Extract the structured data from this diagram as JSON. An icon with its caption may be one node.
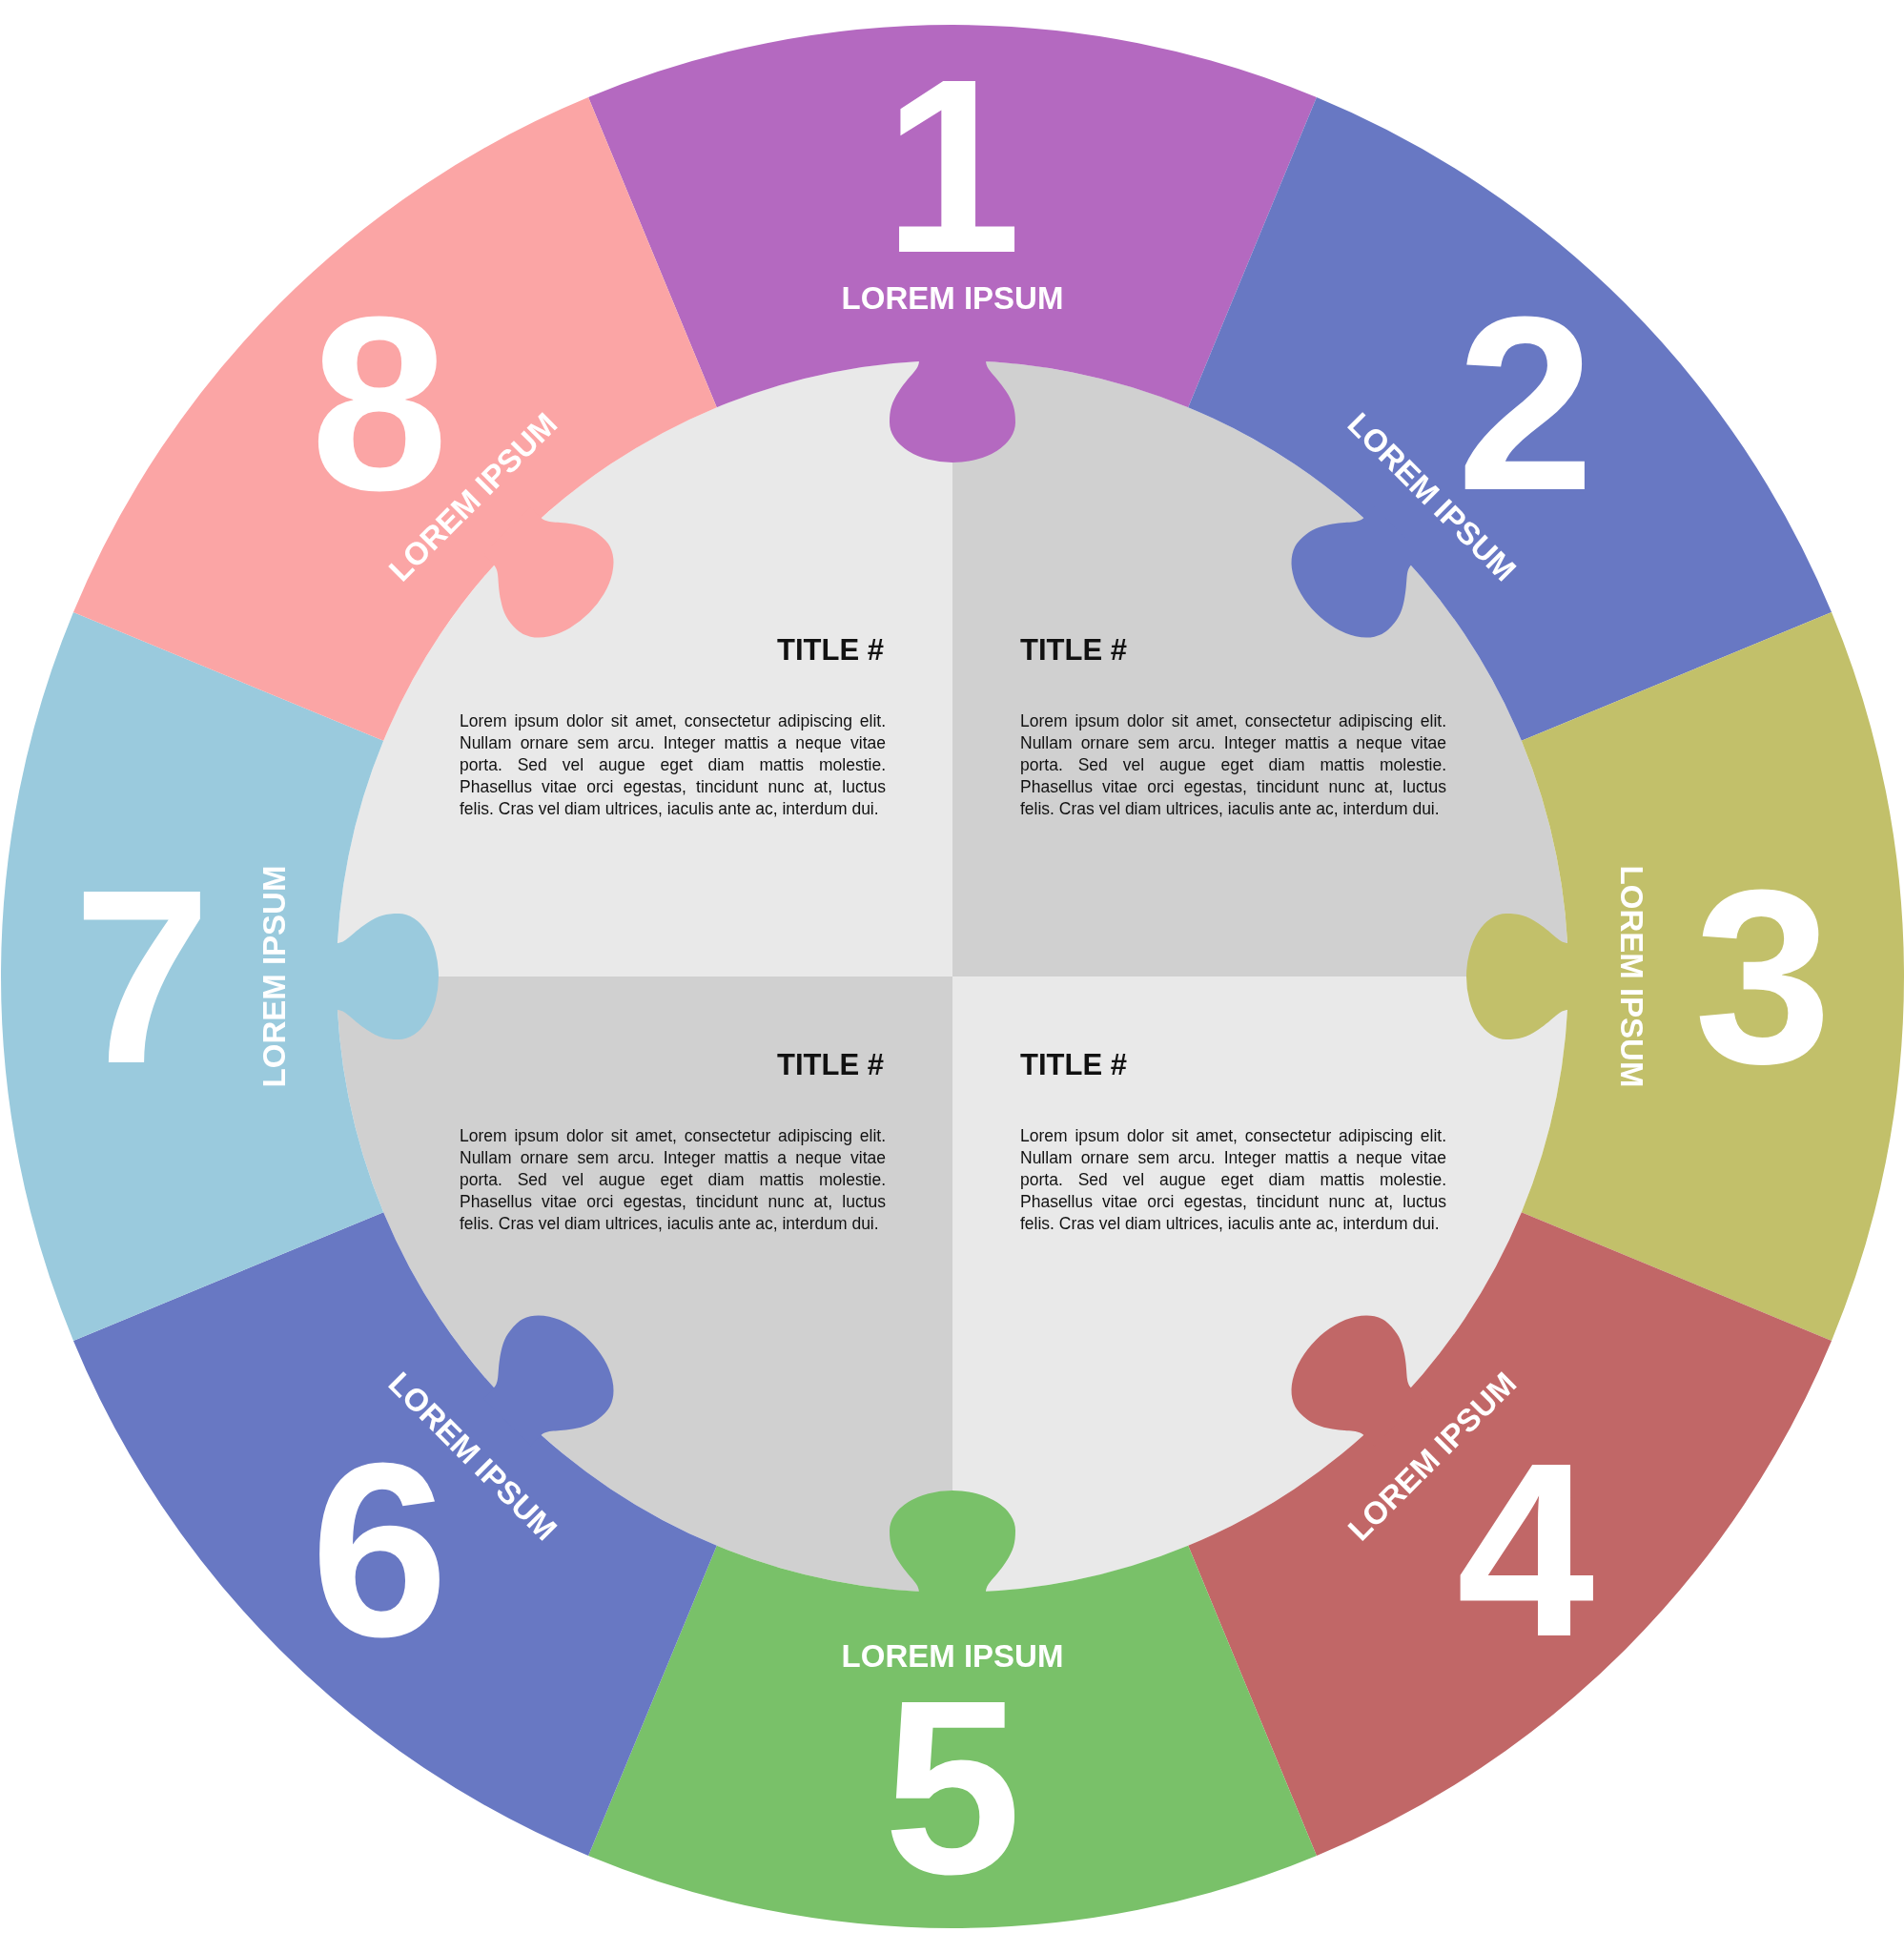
{
  "diagram": {
    "nodes": [
      {
        "text": [
          "1",
          "LOREM IPSUM"
        ]
      },
      {
        "text": [
          "2",
          "LOREM IPSUM"
        ]
      },
      {
        "text": [
          "3",
          "LOREM IPSUM"
        ]
      },
      {
        "text": [
          "LOREM IPSUM",
          "4"
        ]
      },
      {
        "text": [
          "LOREM IPSUM",
          "5"
        ]
      },
      {
        "text": [
          "LOREM IPSUM",
          "6"
        ]
      },
      {
        "text": [
          "7",
          "LOREM IPSUM"
        ]
      },
      {
        "text": [
          "8",
          "LOREM IPSUM"
        ]
      },
      {
        "text": [
          "TITLE #",
          "Lorem ipsum dolor sit amet, consectetur adipiscing elit. Nullam ornare sem arcu. Integer mattis a neque vitae porta. Sed vel augue eget diam mattis molestie. Phasellus vitae orci egestas, tincidunt nunc at, luctus felis. Cras vel diam ultrices, iaculis ante ac, interdum dui."
        ]
      },
      {
        "text": [
          "TITLE #",
          "Lorem ipsum dolor sit amet, consectetur adipiscing elit. Nullam ornare sem arcu. Integer mattis a neque vitae porta. Sed vel augue eget diam mattis molestie. Phasellus vitae orci egestas, tincidunt nunc at, luctus felis. Cras vel diam ultrices, iaculis ante ac, interdum dui."
        ]
      },
      {
        "text": [
          "TITLE #",
          "Lorem ipsum dolor sit amet, consectetur adipiscing elit. Nullam ornare sem arcu. Integer mattis a neque vitae porta. Sed vel augue eget diam mattis molestie. Phasellus vitae orci egestas, tincidunt nunc at, luctus felis. Cras vel diam ultrices, iaculis ante ac, interdum dui."
        ]
      },
      {
        "text": [
          "TITLE #",
          "Lorem ipsum dolor sit amet, consectetur adipiscing elit. Nullam ornare sem arcu. Integer mattis a neque vitae porta. Sed vel augue eget diam mattis molestie. Phasellus vitae orci egestas, tincidunt nunc at, luctus felis. Cras vel diam ultrices, iaculis ante ac, interdum dui."
        ]
      }
    ]
  }
}
